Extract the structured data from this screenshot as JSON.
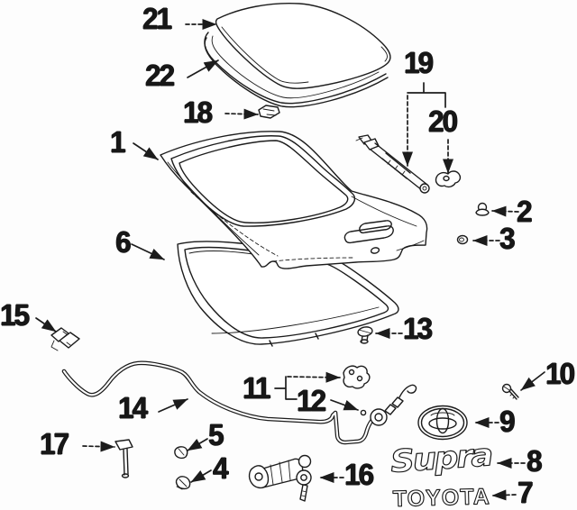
{
  "diagram": {
    "callouts": [
      {
        "n": "1"
      },
      {
        "n": "2"
      },
      {
        "n": "3"
      },
      {
        "n": "4"
      },
      {
        "n": "5"
      },
      {
        "n": "6"
      },
      {
        "n": "7"
      },
      {
        "n": "8"
      },
      {
        "n": "9"
      },
      {
        "n": "10"
      },
      {
        "n": "11"
      },
      {
        "n": "12"
      },
      {
        "n": "13"
      },
      {
        "n": "14"
      },
      {
        "n": "15"
      },
      {
        "n": "16"
      },
      {
        "n": "17"
      },
      {
        "n": "18"
      },
      {
        "n": "19"
      },
      {
        "n": "20"
      },
      {
        "n": "21"
      },
      {
        "n": "22"
      }
    ],
    "emblems": {
      "supra": "Supra",
      "toyota": "TOYOTA"
    }
  }
}
